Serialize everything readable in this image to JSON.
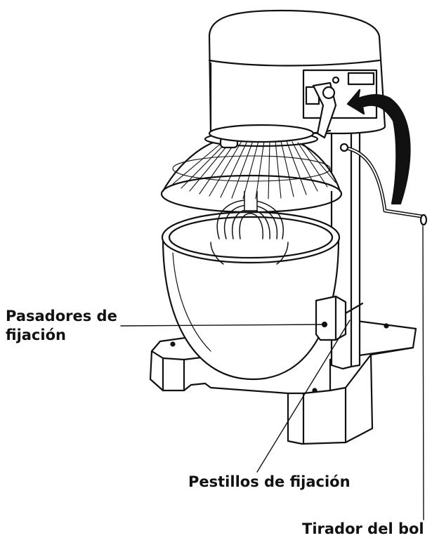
{
  "callouts": {
    "pins": {
      "line1": "Pasadores de",
      "line2": "fijación"
    },
    "latches": "Pestillos de fijación",
    "handle": "Tirador del bol"
  },
  "colors": {
    "ink": "#111111",
    "background": "#ffffff"
  }
}
